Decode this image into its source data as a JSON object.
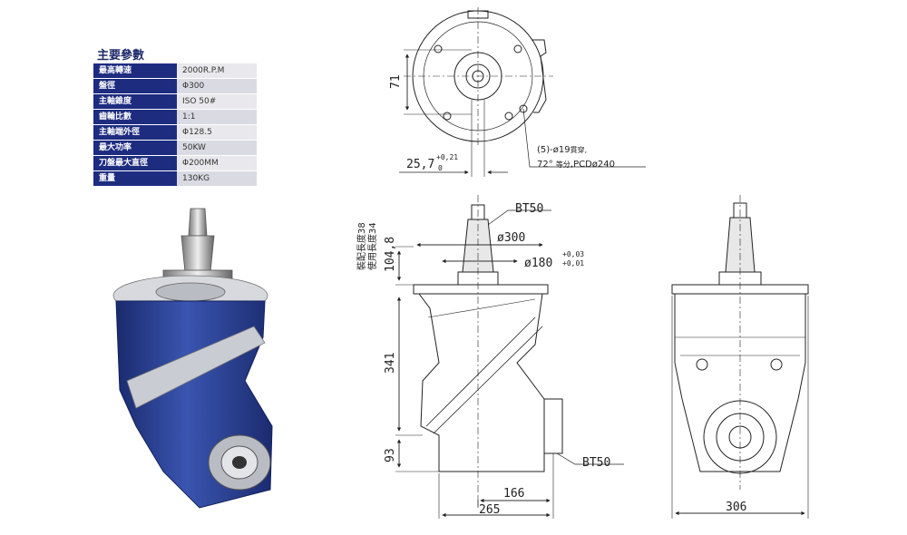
{
  "specs": {
    "title": "主要參數",
    "rows": [
      {
        "label": "最高轉速",
        "value": "2000R.P.M"
      },
      {
        "label": "盤徑",
        "value": "Φ300"
      },
      {
        "label": "主軸錐度",
        "value": "ISO 50#"
      },
      {
        "label": "齒輪比數",
        "value": "1:1"
      },
      {
        "label": "主軸端外徑",
        "value": "Φ128.5"
      },
      {
        "label": "最大功率",
        "value": "50KW"
      },
      {
        "label": "刀盤最大直徑",
        "value": "Φ200MM"
      },
      {
        "label": "重量",
        "value": "130KG"
      }
    ]
  },
  "drawing": {
    "top_view": {
      "dim_71": "71",
      "dim_25_7": "25,7",
      "dim_25_7_upper": "+0,21",
      "dim_25_7_lower": "0",
      "hole_note_1": "(5)-ø19",
      "hole_note_1_suffix": "貫穿,",
      "hole_note_2_a": "72° ",
      "hole_note_2_b": "等分",
      "hole_note_2_c": ",PCDø240"
    },
    "front_view": {
      "bt50_top": "BT50",
      "bt50_side": "BT50",
      "dia_300": "ø300",
      "dia_180": "ø180",
      "tol_upper": "+0,03",
      "tol_lower": "+0,01",
      "dim_104_8": "104,8",
      "assembly_length": "裝配長度38",
      "use_length": "使用長度34",
      "dim_341": "341",
      "dim_93": "93",
      "dim_166": "166",
      "dim_265": "265"
    },
    "side_view": {
      "dim_306": "306"
    }
  },
  "colors": {
    "table_header": "#1e2c80",
    "table_cell": "#e9e9ed",
    "product_blue": "#2a3f8f",
    "line": "#222222"
  }
}
